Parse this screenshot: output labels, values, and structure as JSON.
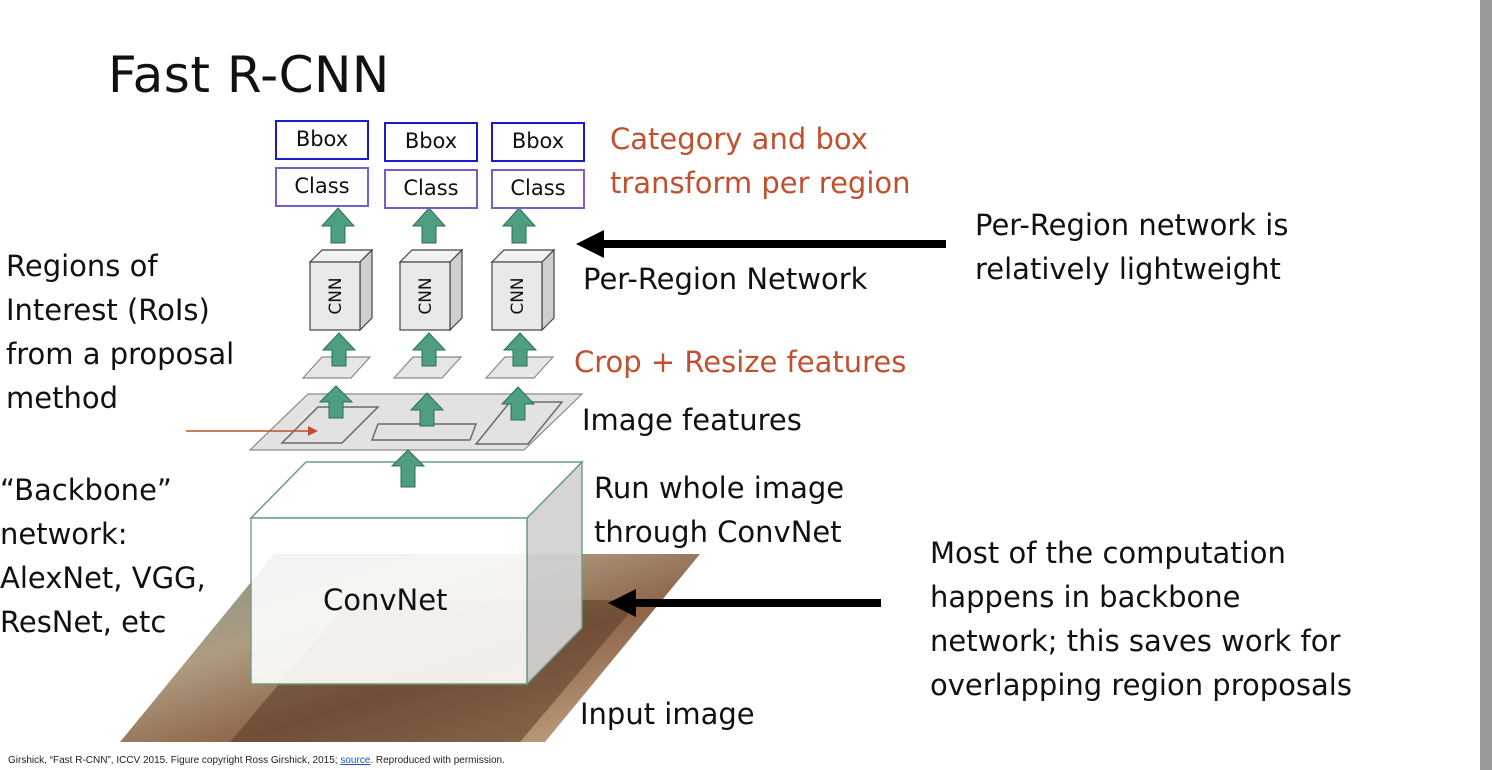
{
  "title": "Fast R-CNN",
  "left_notes": {
    "rois": [
      "Regions of",
      "Interest (RoIs)",
      "from a proposal",
      "method"
    ],
    "backbone": [
      "“Backbone”",
      "network:",
      "AlexNet, VGG,",
      "ResNet, etc"
    ]
  },
  "heads": [
    {
      "bbox": "Bbox",
      "class": "Class"
    },
    {
      "bbox": "Bbox",
      "class": "Class"
    },
    {
      "bbox": "Bbox",
      "class": "Class"
    }
  ],
  "cnn_label": "CNN",
  "convnet_label": "ConvNet",
  "labels": {
    "category_box": [
      "Category and box",
      "transform per region"
    ],
    "per_region_network": "Per-Region Network",
    "crop_resize": "Crop + Resize features",
    "image_features": "Image features",
    "run_whole": [
      "Run whole image",
      "through ConvNet"
    ],
    "input_image": "Input image"
  },
  "right_notes": {
    "lightweight": [
      "Per-Region network is",
      "relatively lightweight"
    ],
    "computation": [
      "Most of the computation",
      "happens in backbone",
      "network; this saves work for",
      "overlapping region proposals"
    ]
  },
  "footnote": {
    "text_before": "Girshick, “Fast R-CNN”, ICCV 2015. Figure copyright Ross Girshick, 2015; ",
    "link": "source",
    "text_after": ". Reproduced with permission."
  },
  "colors": {
    "accent_orange": "#c0502e",
    "arrow_green": "#4e9e80",
    "bbox_border": "#1a1acc",
    "class_border": "#7b5cc4"
  }
}
